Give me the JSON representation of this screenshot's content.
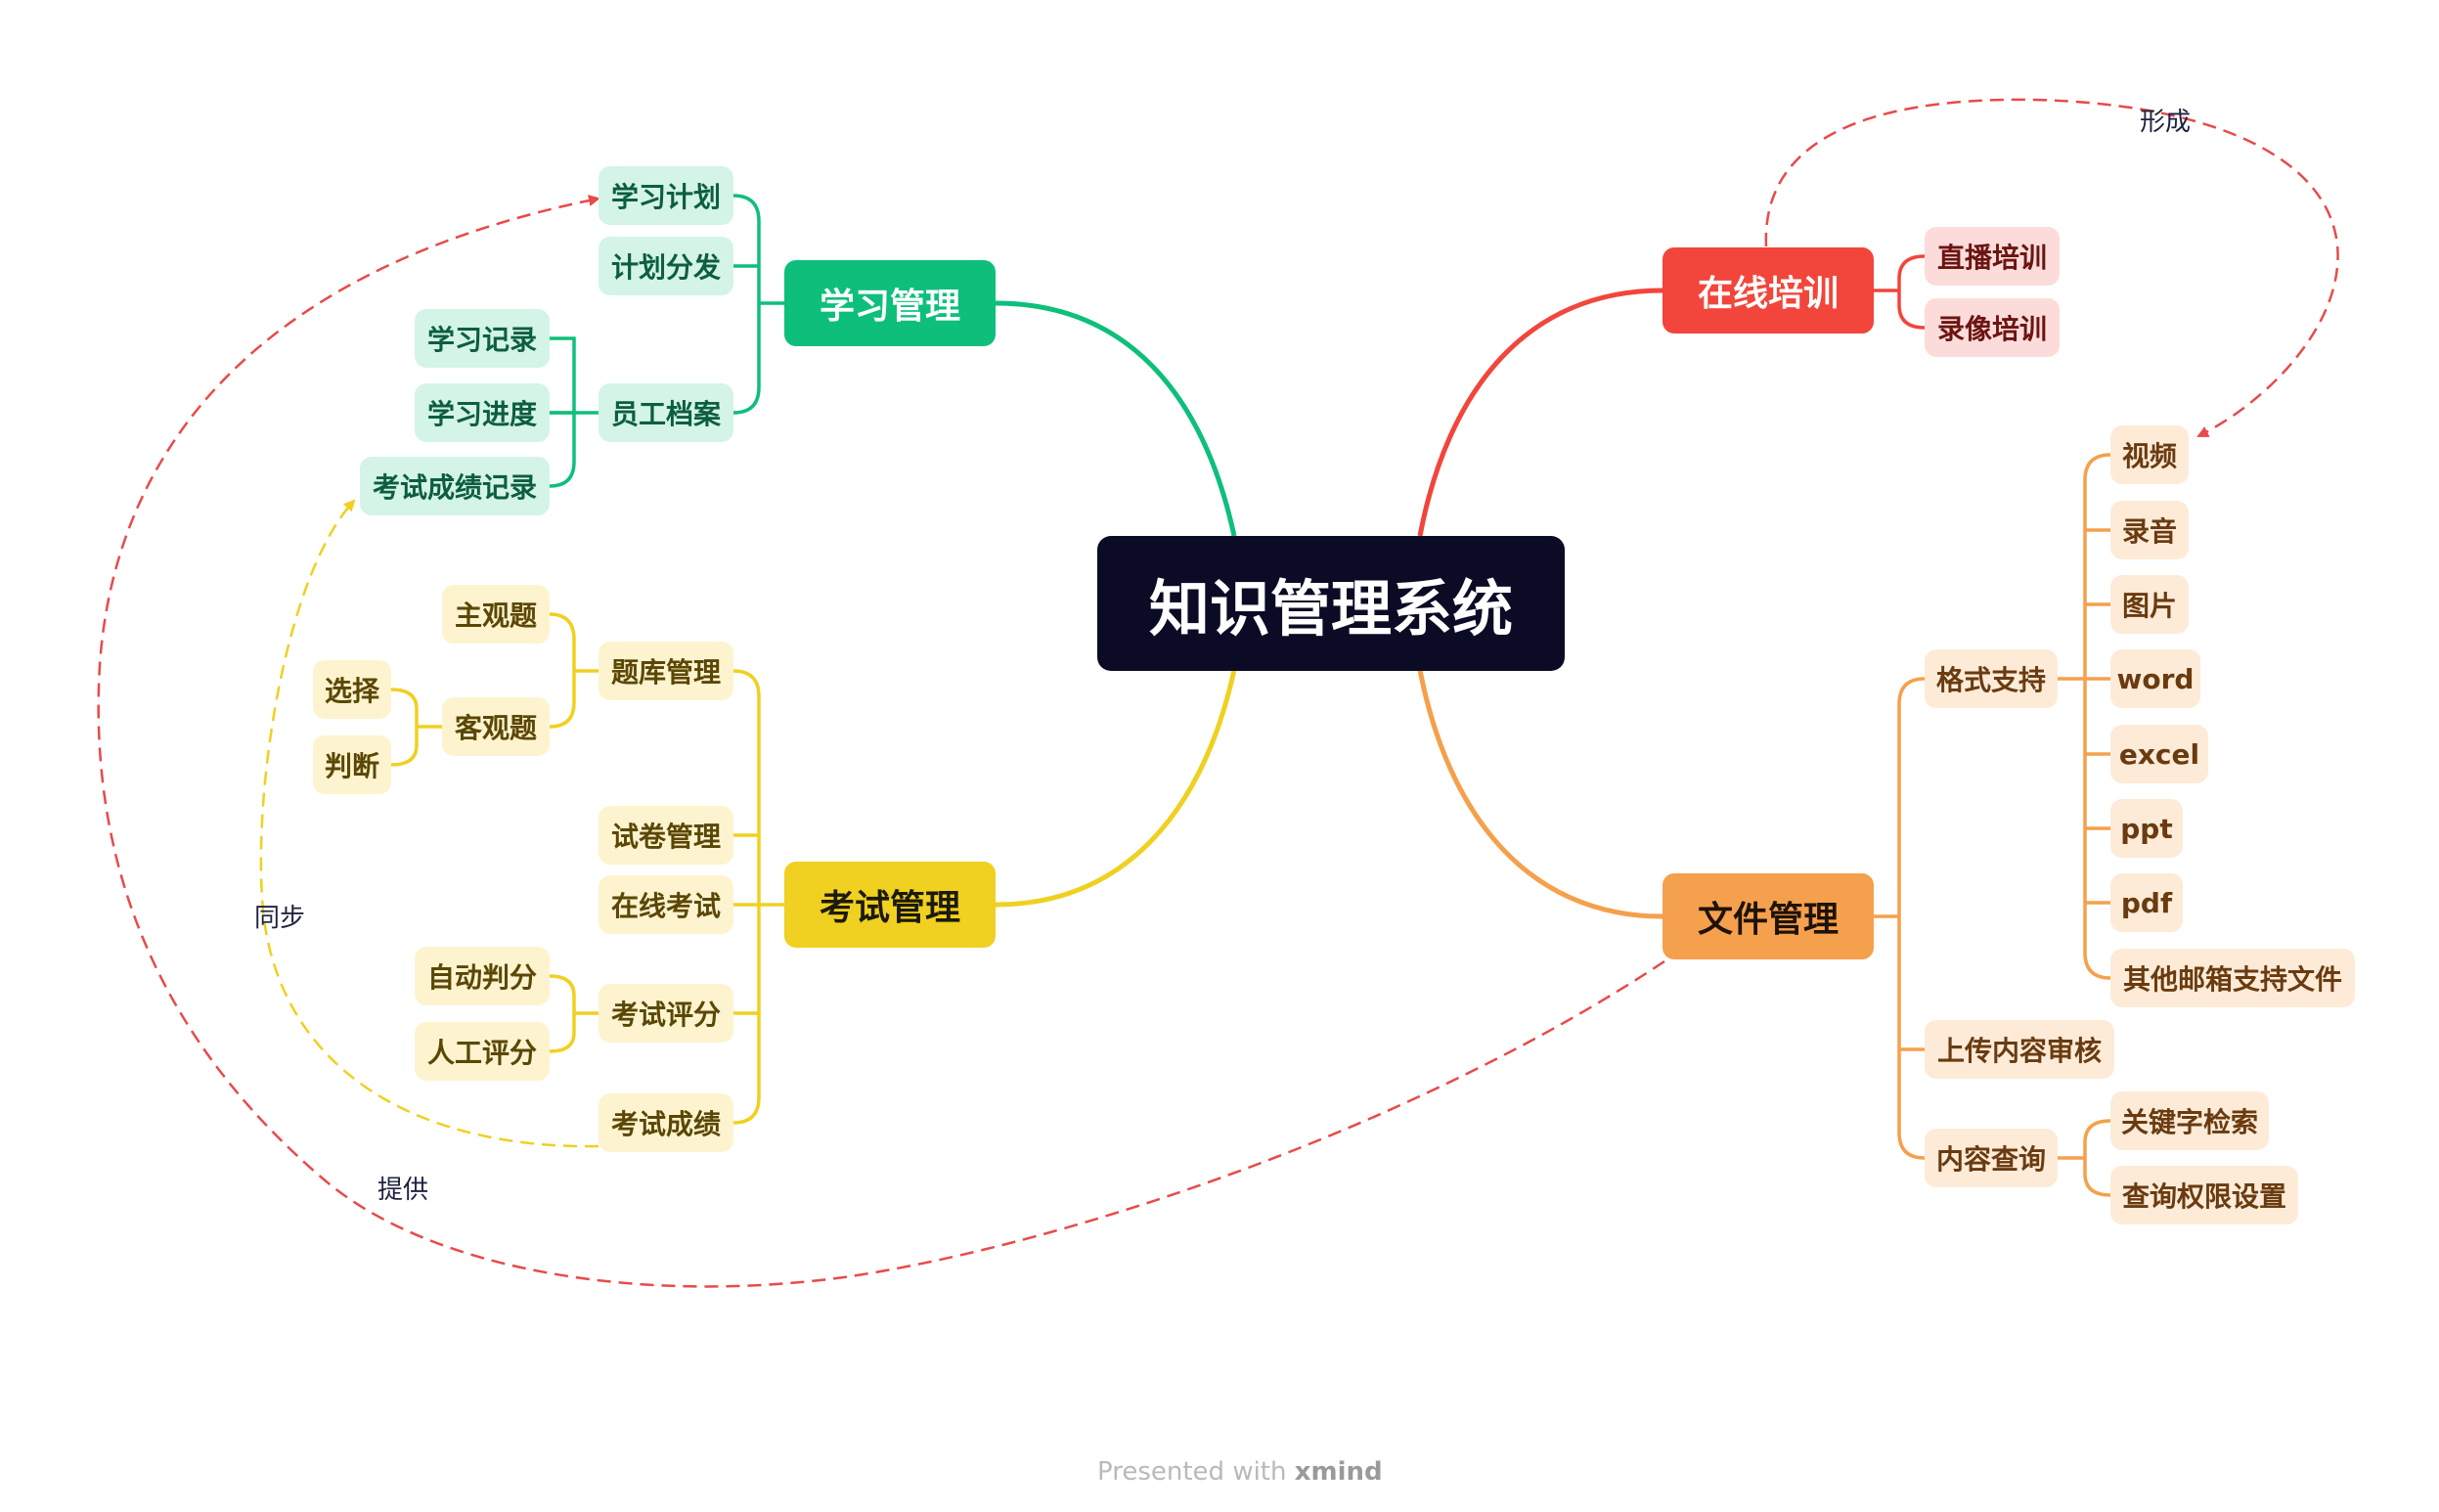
{
  "central": {
    "label": "知识管理系统"
  },
  "colors": {
    "central_bg": "#0b0b26",
    "study": "#0ebf7c",
    "study_light": "#d3f4e6",
    "study_text": "#0c5e3f",
    "exam": "#f0d020",
    "exam_light": "#fdf4cf",
    "exam_text": "#5b4705",
    "online": "#f2453b",
    "online_light": "#fcdcda",
    "online_text": "#6b1512",
    "file": "#f5a04c",
    "file_light": "#fdebd8",
    "file_text": "#6a3b10",
    "relation_red": "#e84a4a",
    "relation_yellow": "#f0d020"
  },
  "branches": {
    "study": {
      "label": "学习管理",
      "items": {
        "plan": "学习计划",
        "distribute": "计划分发",
        "archive": "员工档案",
        "record": "学习记录",
        "progress": "学习进度",
        "score_record": "考试成绩记录"
      }
    },
    "exam": {
      "label": "考试管理",
      "items": {
        "bank": "题库管理",
        "subjective": "主观题",
        "objective": "客观题",
        "choice": "选择",
        "judge": "判断",
        "paper": "试卷管理",
        "online_exam": "在线考试",
        "grading": "考试评分",
        "auto": "自动判分",
        "manual": "人工评分",
        "result": "考试成绩"
      }
    },
    "online": {
      "label": "在线培训",
      "items": {
        "live": "直播培训",
        "recorded": "录像培训"
      }
    },
    "file": {
      "label": "文件管理",
      "items": {
        "format": "格式支持",
        "video": "视频",
        "audio": "录音",
        "image": "图片",
        "word": "word",
        "excel": "excel",
        "ppt": "ppt",
        "pdf": "pdf",
        "other": "其他邮箱支持文件",
        "review": "上传内容审核",
        "query": "内容查询",
        "keyword": "关键字检索",
        "permission": "查询权限设置"
      }
    }
  },
  "relations": {
    "form": "形成",
    "sync": "同步",
    "provide": "提供"
  },
  "footer": {
    "prefix": "Presented with",
    "brand": "xmind"
  }
}
